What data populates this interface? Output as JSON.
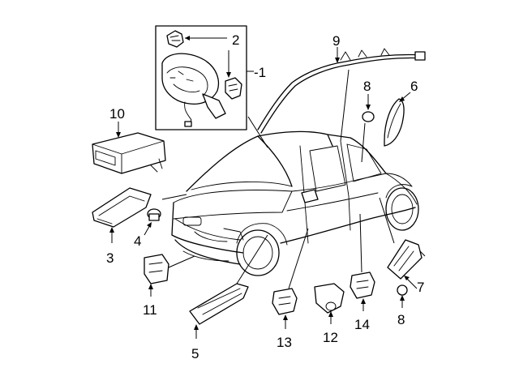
{
  "callouts": {
    "c1": "-1",
    "c2": "2",
    "c3": "3",
    "c4": "4",
    "c5": "5",
    "c6": "6",
    "c7": "7",
    "c8a": "8",
    "c8b": "8",
    "c9": "9",
    "c10": "10",
    "c11": "11",
    "c12": "12",
    "c13": "13",
    "c14": "14"
  }
}
